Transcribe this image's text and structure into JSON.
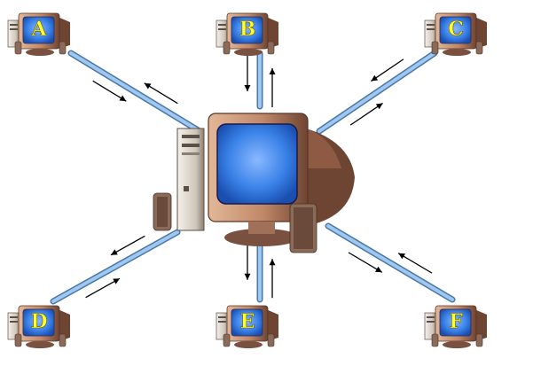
{
  "diagram": {
    "hub": {
      "icon": "central-computer-icon"
    },
    "nodes": [
      {
        "id": "A",
        "label": "A",
        "icon": "computer-icon"
      },
      {
        "id": "B",
        "label": "B",
        "icon": "computer-icon"
      },
      {
        "id": "C",
        "label": "C",
        "icon": "computer-icon"
      },
      {
        "id": "D",
        "label": "D",
        "icon": "computer-icon"
      },
      {
        "id": "E",
        "label": "E",
        "icon": "computer-icon"
      },
      {
        "id": "F",
        "label": "F",
        "icon": "computer-icon"
      }
    ],
    "colors": {
      "cable": "#9fc8f0",
      "cable_edge": "#4a76a8",
      "monitor_body": "#c89878",
      "monitor_shadow": "#6e4432",
      "screen": "#1f6fd0",
      "screen_glow": "#7fb0ff",
      "arrow": "#000000"
    }
  }
}
